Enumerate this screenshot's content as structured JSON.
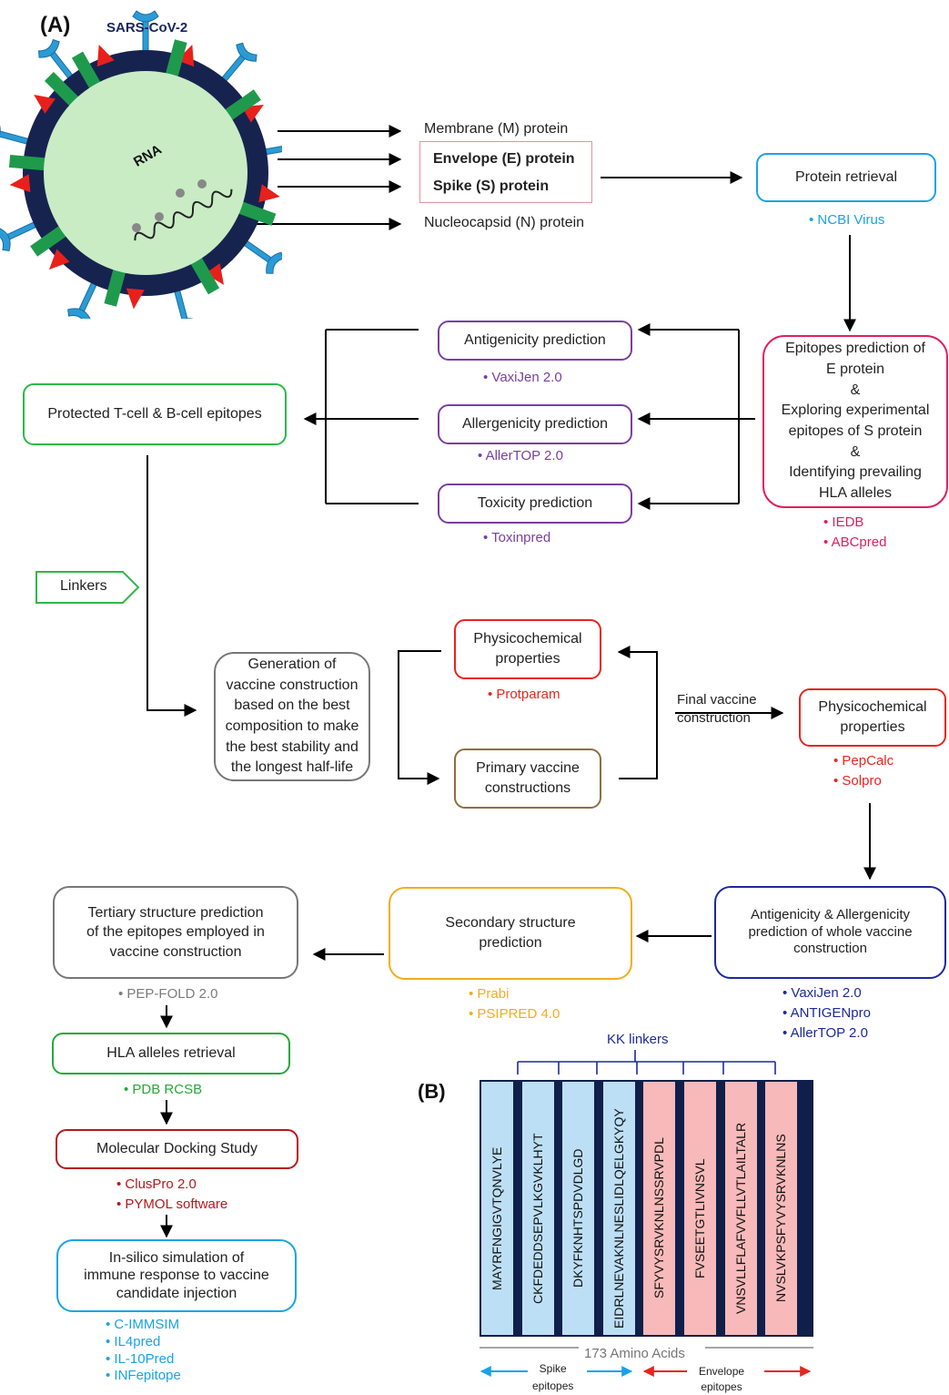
{
  "panel_a_label": "(A)",
  "panel_b_label": "(B)",
  "virus": {
    "name": "SARS-CoV-2",
    "rna_label": "RNA"
  },
  "proteins": {
    "membrane": "Membrane (M) protein",
    "envelope": "Envelope (E) protein",
    "spike": "Spike (S) protein",
    "nucleocapsid": "Nucleocapsid (N) protein"
  },
  "protein_retrieval": {
    "title": "Protein retrieval",
    "tools": [
      "NCBI Virus"
    ]
  },
  "epitope_prediction": {
    "lines": [
      "Epitopes prediction of",
      "E protein",
      "&",
      "Exploring experimental",
      "epitopes of S protein",
      "&",
      "Identifying prevailing",
      "HLA alleles"
    ],
    "tools": [
      "IEDB",
      "ABCpred"
    ]
  },
  "antigenicity": {
    "title": "Antigenicity prediction",
    "tools": [
      "VaxiJen 2.0"
    ]
  },
  "allergenicity": {
    "title": "Allergenicity prediction",
    "tools": [
      "AllerTOP 2.0"
    ]
  },
  "toxicity": {
    "title": "Toxicity prediction",
    "tools": [
      "Toxinpred"
    ]
  },
  "protected_epitopes": {
    "title": "Protected T-cell & B-cell epitopes"
  },
  "linkers": {
    "title": "Linkers"
  },
  "generation": {
    "lines": [
      "Generation of",
      "vaccine construction",
      "based on the best",
      "composition to make",
      "the best stability and",
      "the longest half-life"
    ]
  },
  "physchem_1": {
    "lines": [
      "Physicochemical",
      "properties"
    ],
    "tools": [
      "Protparam"
    ]
  },
  "primary_vaccine": {
    "lines": [
      "Primary vaccine",
      "constructions"
    ]
  },
  "final_vaccine": {
    "lines": [
      "Final vaccine",
      "construction"
    ]
  },
  "physchem_2": {
    "lines": [
      "Physicochemical",
      "properties"
    ],
    "tools": [
      "PepCalc",
      "Solpro"
    ]
  },
  "antigenicity_whole": {
    "lines": [
      "Antigenicity & Allergenicity",
      "prediction of whole vaccine",
      "construction"
    ],
    "tools": [
      "VaxiJen 2.0",
      "ANTIGENpro",
      "AllerTOP 2.0"
    ]
  },
  "secondary": {
    "lines": [
      "Secondary structure",
      "prediction"
    ],
    "tools": [
      "Prabi",
      "PSIPRED 4.0"
    ]
  },
  "tertiary": {
    "lines": [
      "Tertiary structure prediction",
      "of the epitopes employed in",
      "vaccine construction"
    ],
    "tools": [
      "PEP-FOLD 2.0"
    ]
  },
  "hla_retrieval": {
    "title": "HLA alleles retrieval",
    "tools": [
      "PDB RCSB"
    ]
  },
  "docking": {
    "title": "Molecular Docking Study",
    "tools": [
      "ClusPro 2.0",
      "PYMOL software"
    ]
  },
  "insilico": {
    "lines": [
      "In-silico simulation of",
      "immune response to vaccine",
      "candidate injection"
    ],
    "tools": [
      "C-IMMSIM",
      "IL4pred",
      "IL-10Pred",
      "INFepitope"
    ]
  },
  "construct": {
    "kk_label": "KK linkers",
    "length_label": "173 Amino Acids",
    "spike_label": [
      "Spike",
      "epitopes"
    ],
    "envelope_label": [
      "Envelope",
      "epitopes"
    ],
    "segments": [
      {
        "seq": "MAYRFNGIGVTQNVLYE",
        "type": "spike"
      },
      {
        "seq": "CKFDEDDSEPVLKGVKLHYT",
        "type": "spike"
      },
      {
        "seq": "DKYFKNHTSPDVDLGD",
        "type": "spike"
      },
      {
        "seq": "EIDRLNEVAKNLNESLIDLQELGKYQY",
        "type": "spike"
      },
      {
        "seq": "SFYVYSRVKNLNSSRVPDL",
        "type": "envelope"
      },
      {
        "seq": "FVSEETGTLIVNSVL",
        "type": "envelope"
      },
      {
        "seq": "VNSVLLFLAFVVFLLVTLAILTALR",
        "type": "envelope"
      },
      {
        "seq": "NVSLVKPSFYVYSRVKNLNS",
        "type": "envelope"
      }
    ],
    "colors": {
      "spike": "#bcdff5",
      "envelope": "#f7b9b9",
      "linker": "#0f1f4a"
    }
  }
}
